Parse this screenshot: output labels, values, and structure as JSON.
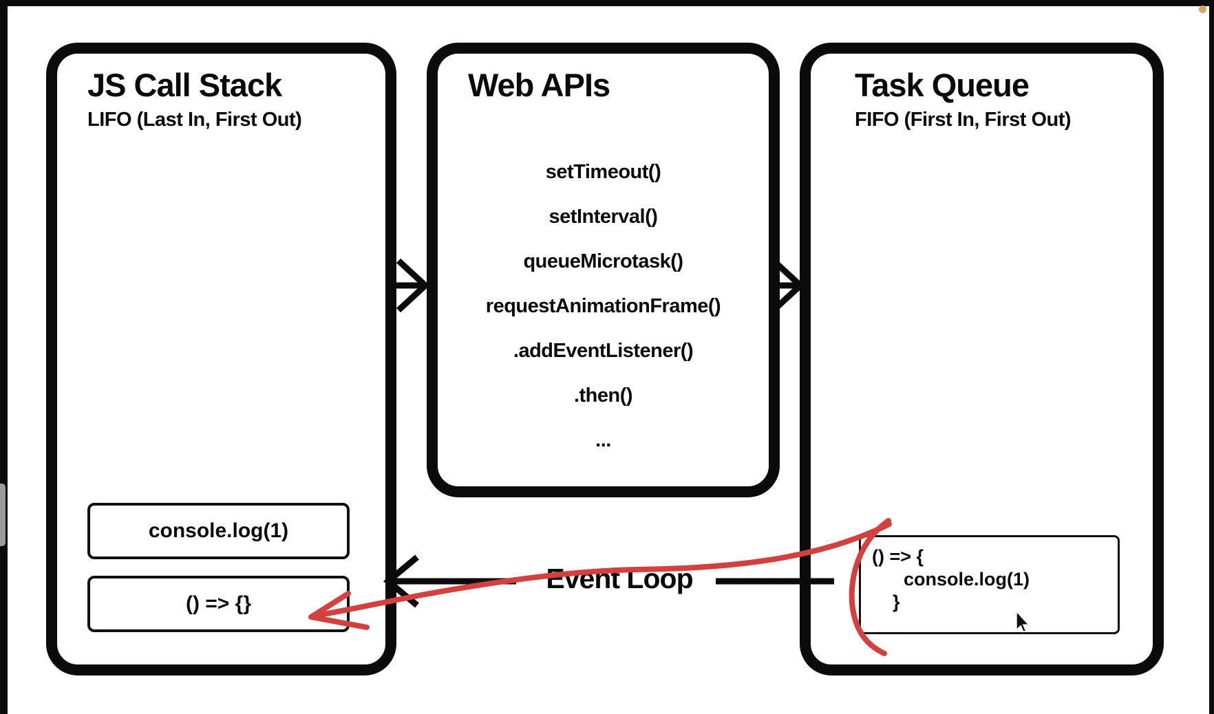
{
  "diagram": {
    "call_stack": {
      "title": "JS Call Stack",
      "subtitle": "LIFO (Last In, First Out)",
      "frames": [
        {
          "label": "console.log(1)"
        },
        {
          "label": "() => {}"
        }
      ]
    },
    "web_apis": {
      "title": "Web APIs",
      "items": [
        "setTimeout()",
        "setInterval()",
        "queueMicrotask()",
        "requestAnimationFrame()",
        ".addEventListener()",
        ".then()",
        "..."
      ]
    },
    "task_queue": {
      "title": "Task Queue",
      "subtitle": "FIFO (First In, First Out)",
      "code_lines": [
        "() => {",
        "console.log(1)",
        "}"
      ]
    },
    "event_loop_label": "Event Loop"
  },
  "colors": {
    "ink": "#0b0b0b",
    "annotation_red": "#d4403d",
    "scrollbar_gray": "#9b9b9b",
    "indicator_dot_orange": "#dfa35c",
    "background": "#ffffff"
  }
}
